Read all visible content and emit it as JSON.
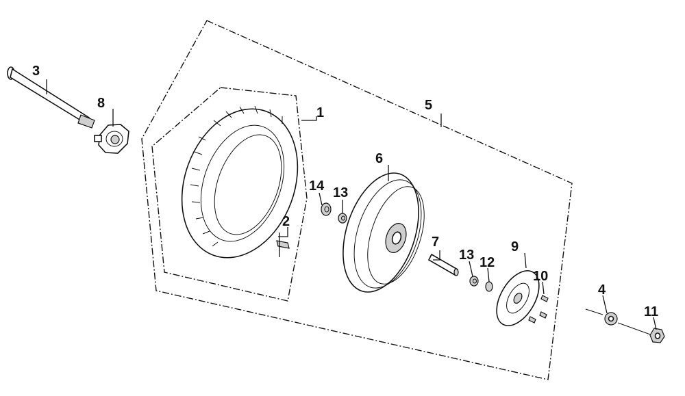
{
  "diagram": {
    "callouts": [
      {
        "id": "1",
        "text": "1"
      },
      {
        "id": "2",
        "text": "2"
      },
      {
        "id": "3",
        "text": "3"
      },
      {
        "id": "4",
        "text": "4"
      },
      {
        "id": "5",
        "text": "5"
      },
      {
        "id": "6",
        "text": "6"
      },
      {
        "id": "7",
        "text": "7"
      },
      {
        "id": "8",
        "text": "8"
      },
      {
        "id": "9",
        "text": "9"
      },
      {
        "id": "10",
        "text": "10"
      },
      {
        "id": "11",
        "text": "11"
      },
      {
        "id": "12",
        "text": "12"
      },
      {
        "id": "13a",
        "text": "13"
      },
      {
        "id": "13b",
        "text": "13"
      },
      {
        "id": "14",
        "text": "14"
      }
    ]
  }
}
